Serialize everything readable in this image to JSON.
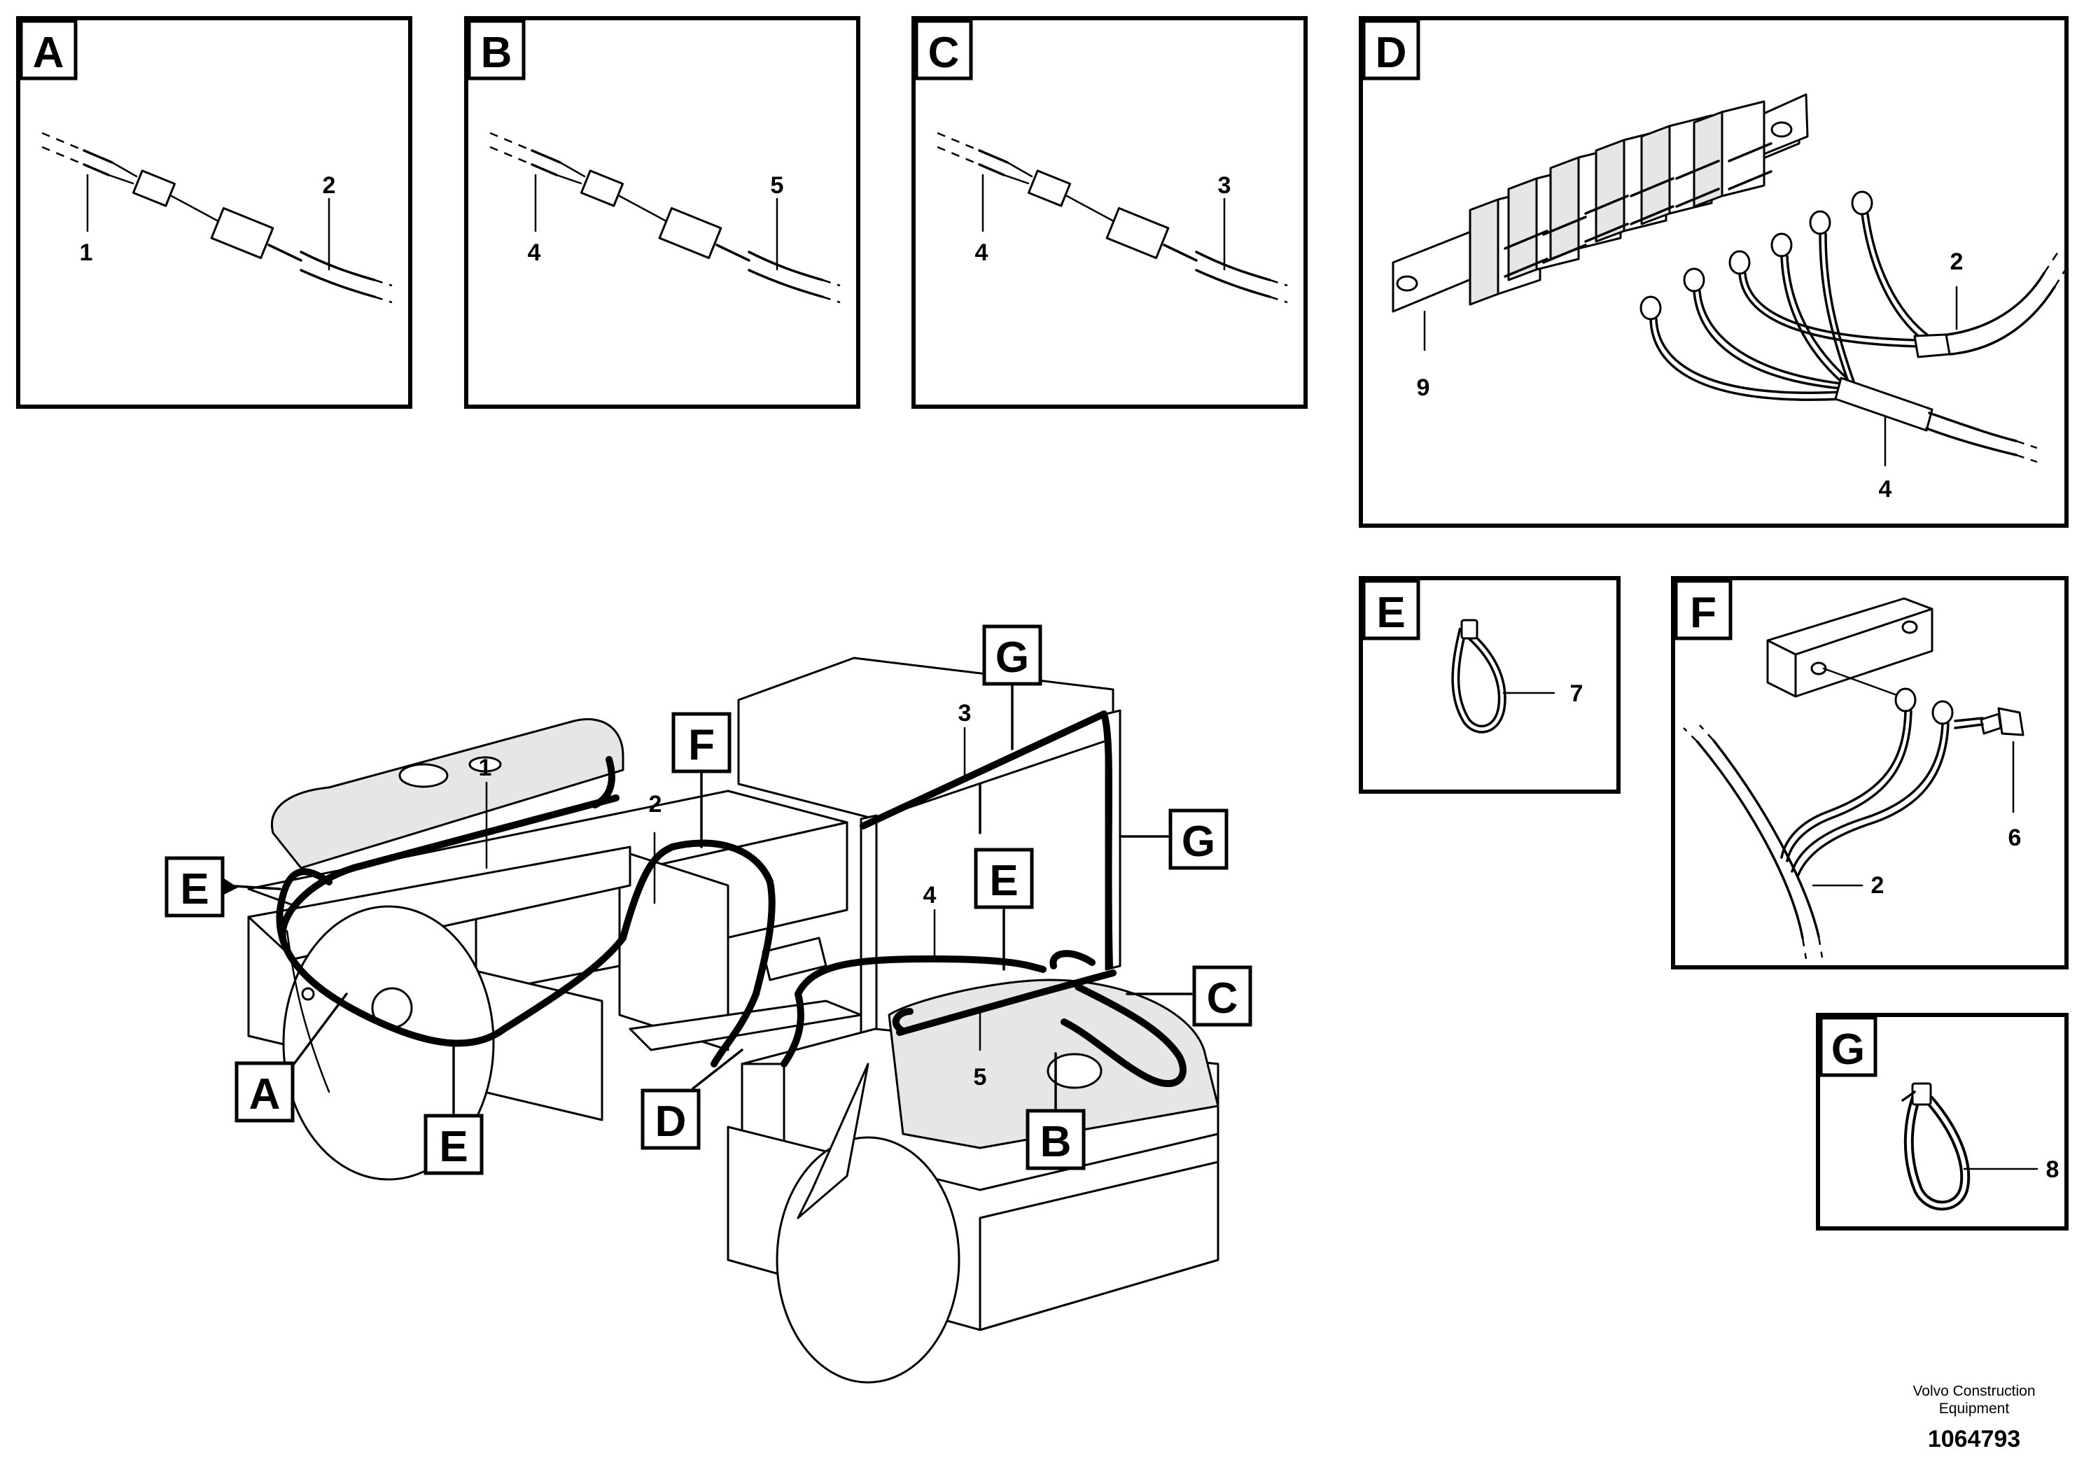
{
  "details": {
    "A": {
      "tag": "A",
      "labels": [
        "1",
        "2"
      ]
    },
    "B": {
      "tag": "B",
      "labels": [
        "4",
        "5"
      ]
    },
    "C": {
      "tag": "C",
      "labels": [
        "4",
        "3"
      ]
    },
    "D": {
      "tag": "D",
      "labels": [
        "2",
        "9",
        "4"
      ]
    },
    "E": {
      "tag": "E",
      "labels": [
        "7"
      ]
    },
    "F": {
      "tag": "F",
      "labels": [
        "6",
        "2"
      ]
    },
    "G": {
      "tag": "G",
      "labels": [
        "8"
      ]
    }
  },
  "main_view": {
    "callout_tags": [
      "G",
      "F",
      "E",
      "E",
      "G",
      "C",
      "A",
      "E",
      "D",
      "B"
    ],
    "part_numbers": [
      "1",
      "2",
      "3",
      "4",
      "5"
    ]
  },
  "footer": {
    "company": "Volvo Construction Equipment",
    "image_id": "1064793"
  }
}
